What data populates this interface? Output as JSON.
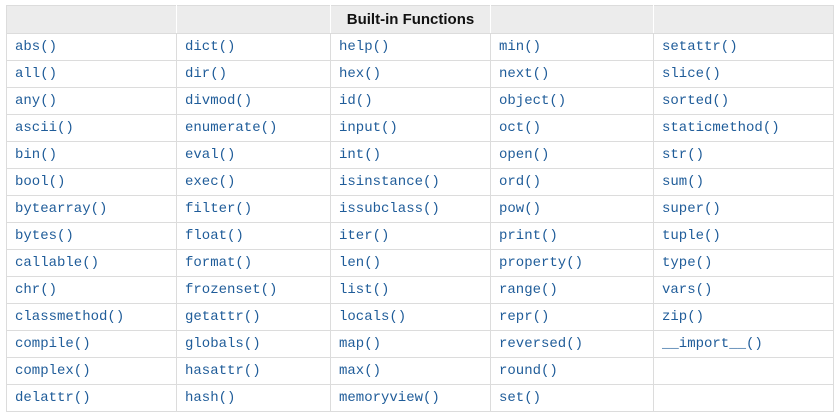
{
  "table": {
    "title": "Built-in Functions",
    "rows": [
      [
        "abs()",
        "dict()",
        "help()",
        "min()",
        "setattr()"
      ],
      [
        "all()",
        "dir()",
        "hex()",
        "next()",
        "slice()"
      ],
      [
        "any()",
        "divmod()",
        "id()",
        "object()",
        "sorted()"
      ],
      [
        "ascii()",
        "enumerate()",
        "input()",
        "oct()",
        "staticmethod()"
      ],
      [
        "bin()",
        "eval()",
        "int()",
        "open()",
        "str()"
      ],
      [
        "bool()",
        "exec()",
        "isinstance()",
        "ord()",
        "sum()"
      ],
      [
        "bytearray()",
        "filter()",
        "issubclass()",
        "pow()",
        "super()"
      ],
      [
        "bytes()",
        "float()",
        "iter()",
        "print()",
        "tuple()"
      ],
      [
        "callable()",
        "format()",
        "len()",
        "property()",
        "type()"
      ],
      [
        "chr()",
        "frozenset()",
        "list()",
        "range()",
        "vars()"
      ],
      [
        "classmethod()",
        "getattr()",
        "locals()",
        "repr()",
        "zip()"
      ],
      [
        "compile()",
        "globals()",
        "map()",
        "reversed()",
        "__import__()"
      ],
      [
        "complex()",
        "hasattr()",
        "max()",
        "round()",
        ""
      ],
      [
        "delattr()",
        "hash()",
        "memoryview()",
        "set()",
        ""
      ]
    ]
  },
  "colors": {
    "link_blue": "#1f5c99",
    "header_background": "#ececec",
    "cell_border": "#dcdcdc",
    "page_background": "#ffffff"
  }
}
